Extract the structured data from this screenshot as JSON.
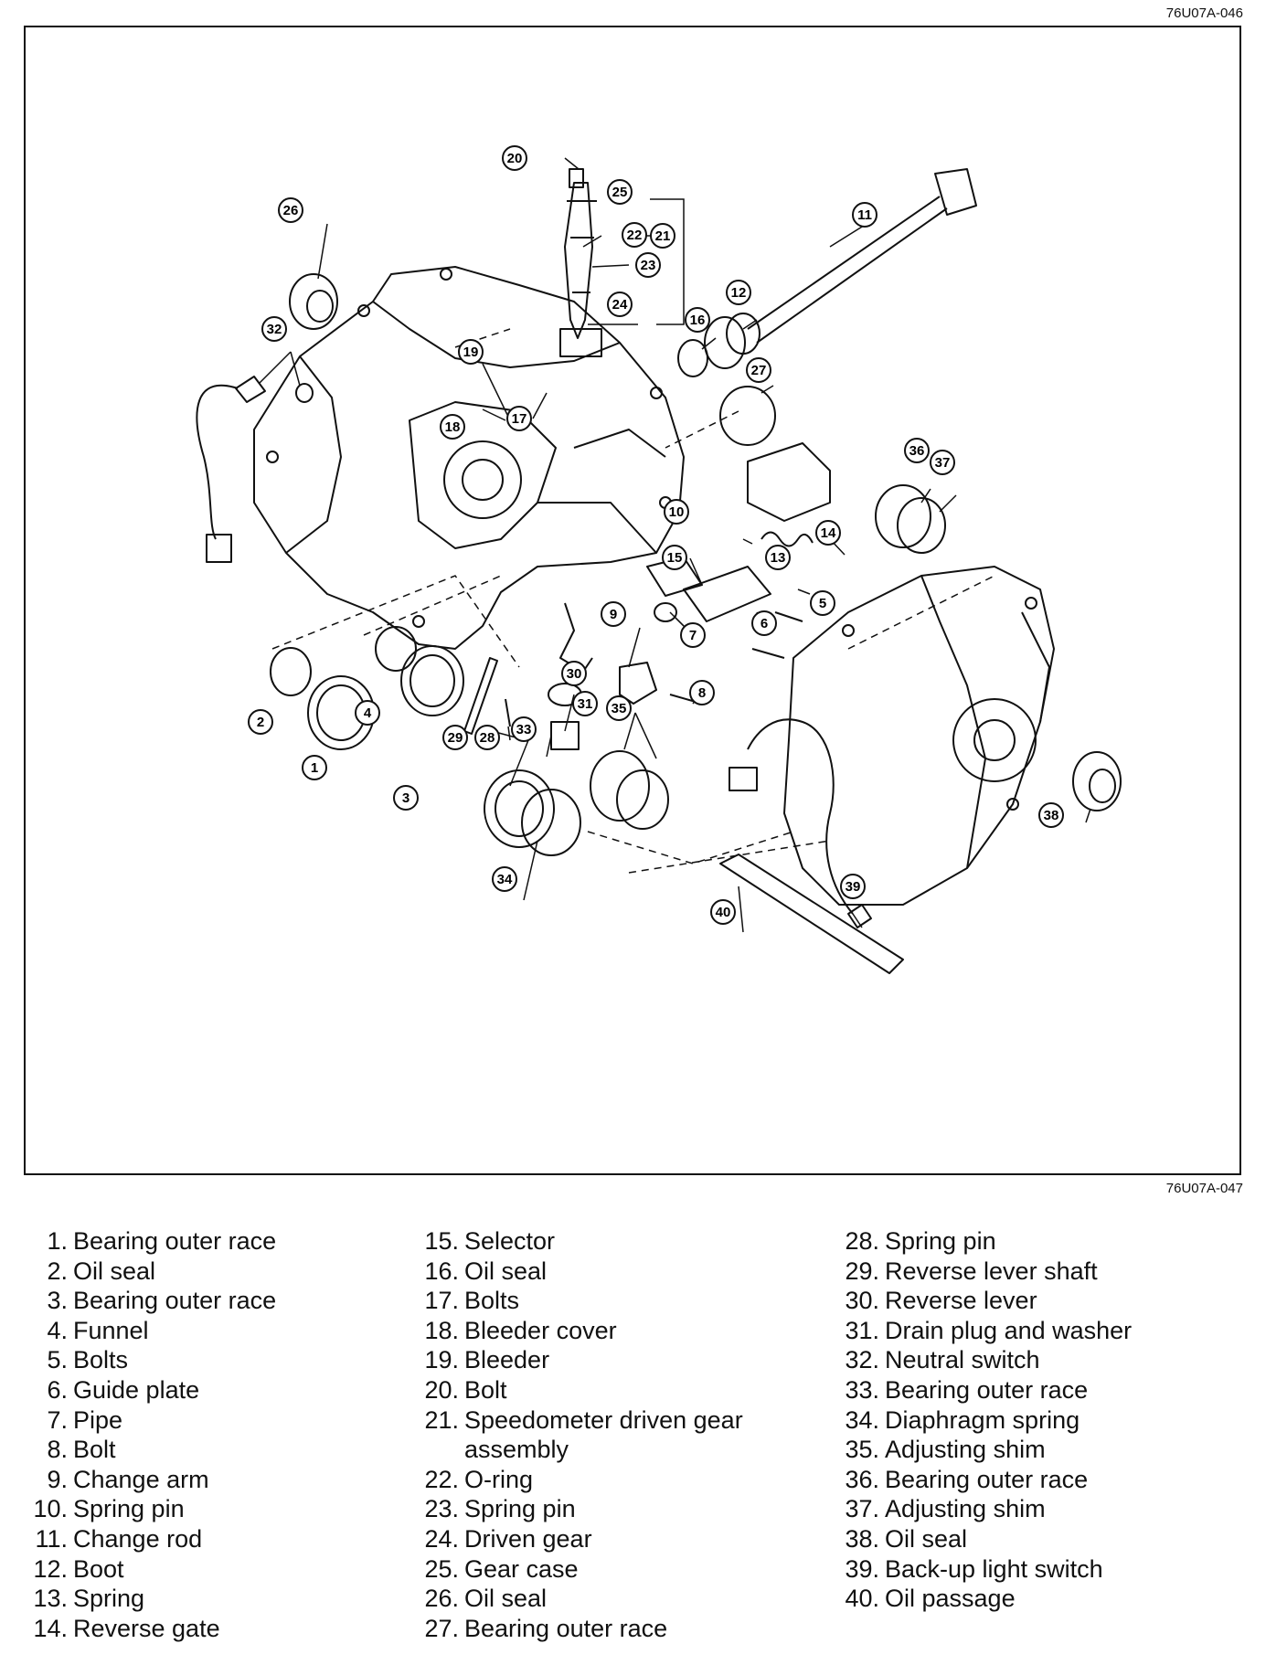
{
  "figure_codes": {
    "top": "76U07A-046",
    "bottom": "76U07A-047"
  },
  "callouts": [
    "1",
    "2",
    "3",
    "4",
    "5",
    "6",
    "7",
    "8",
    "9",
    "10",
    "11",
    "12",
    "13",
    "14",
    "15",
    "16",
    "17",
    "18",
    "19",
    "20",
    "21",
    "22",
    "23",
    "24",
    "25",
    "26",
    "27",
    "28",
    "29",
    "30",
    "31",
    "32",
    "33",
    "34",
    "35",
    "36",
    "37",
    "38",
    "39",
    "40"
  ],
  "legend": {
    "col1": [
      {
        "num": "1.",
        "text": "Bearing outer race"
      },
      {
        "num": "2.",
        "text": "Oil seal"
      },
      {
        "num": "3.",
        "text": "Bearing outer race"
      },
      {
        "num": "4.",
        "text": "Funnel"
      },
      {
        "num": "5.",
        "text": "Bolts"
      },
      {
        "num": "6.",
        "text": "Guide plate"
      },
      {
        "num": "7.",
        "text": "Pipe"
      },
      {
        "num": "8.",
        "text": "Bolt"
      },
      {
        "num": "9.",
        "text": "Change arm"
      },
      {
        "num": "10.",
        "text": "Spring pin"
      },
      {
        "num": "11.",
        "text": "Change rod"
      },
      {
        "num": "12.",
        "text": "Boot"
      },
      {
        "num": "13.",
        "text": "Spring"
      },
      {
        "num": "14.",
        "text": "Reverse gate"
      }
    ],
    "col2": [
      {
        "num": "15.",
        "text": "Selector"
      },
      {
        "num": "16.",
        "text": "Oil seal"
      },
      {
        "num": "17.",
        "text": "Bolts"
      },
      {
        "num": "18.",
        "text": "Bleeder cover"
      },
      {
        "num": "19.",
        "text": "Bleeder"
      },
      {
        "num": "20.",
        "text": "Bolt"
      },
      {
        "num": "21.",
        "text": "Speedometer driven gear"
      },
      {
        "num": "",
        "text": "assembly"
      },
      {
        "num": "22.",
        "text": "O-ring"
      },
      {
        "num": "23.",
        "text": "Spring pin"
      },
      {
        "num": "24.",
        "text": "Driven gear"
      },
      {
        "num": "25.",
        "text": "Gear case"
      },
      {
        "num": "26.",
        "text": "Oil seal"
      },
      {
        "num": "27.",
        "text": "Bearing outer race"
      }
    ],
    "col3": [
      {
        "num": "28.",
        "text": "Spring pin"
      },
      {
        "num": "29.",
        "text": "Reverse lever shaft"
      },
      {
        "num": "30.",
        "text": "Reverse lever"
      },
      {
        "num": "31.",
        "text": "Drain plug and washer"
      },
      {
        "num": "32.",
        "text": "Neutral switch"
      },
      {
        "num": "33.",
        "text": "Bearing outer race"
      },
      {
        "num": "34.",
        "text": "Diaphragm spring"
      },
      {
        "num": "35.",
        "text": "Adjusting shim"
      },
      {
        "num": "36.",
        "text": "Bearing outer race"
      },
      {
        "num": "37.",
        "text": "Adjusting shim"
      },
      {
        "num": "38.",
        "text": "Oil seal"
      },
      {
        "num": "39.",
        "text": "Back-up light switch"
      },
      {
        "num": "40.",
        "text": "Oil passage"
      }
    ]
  }
}
